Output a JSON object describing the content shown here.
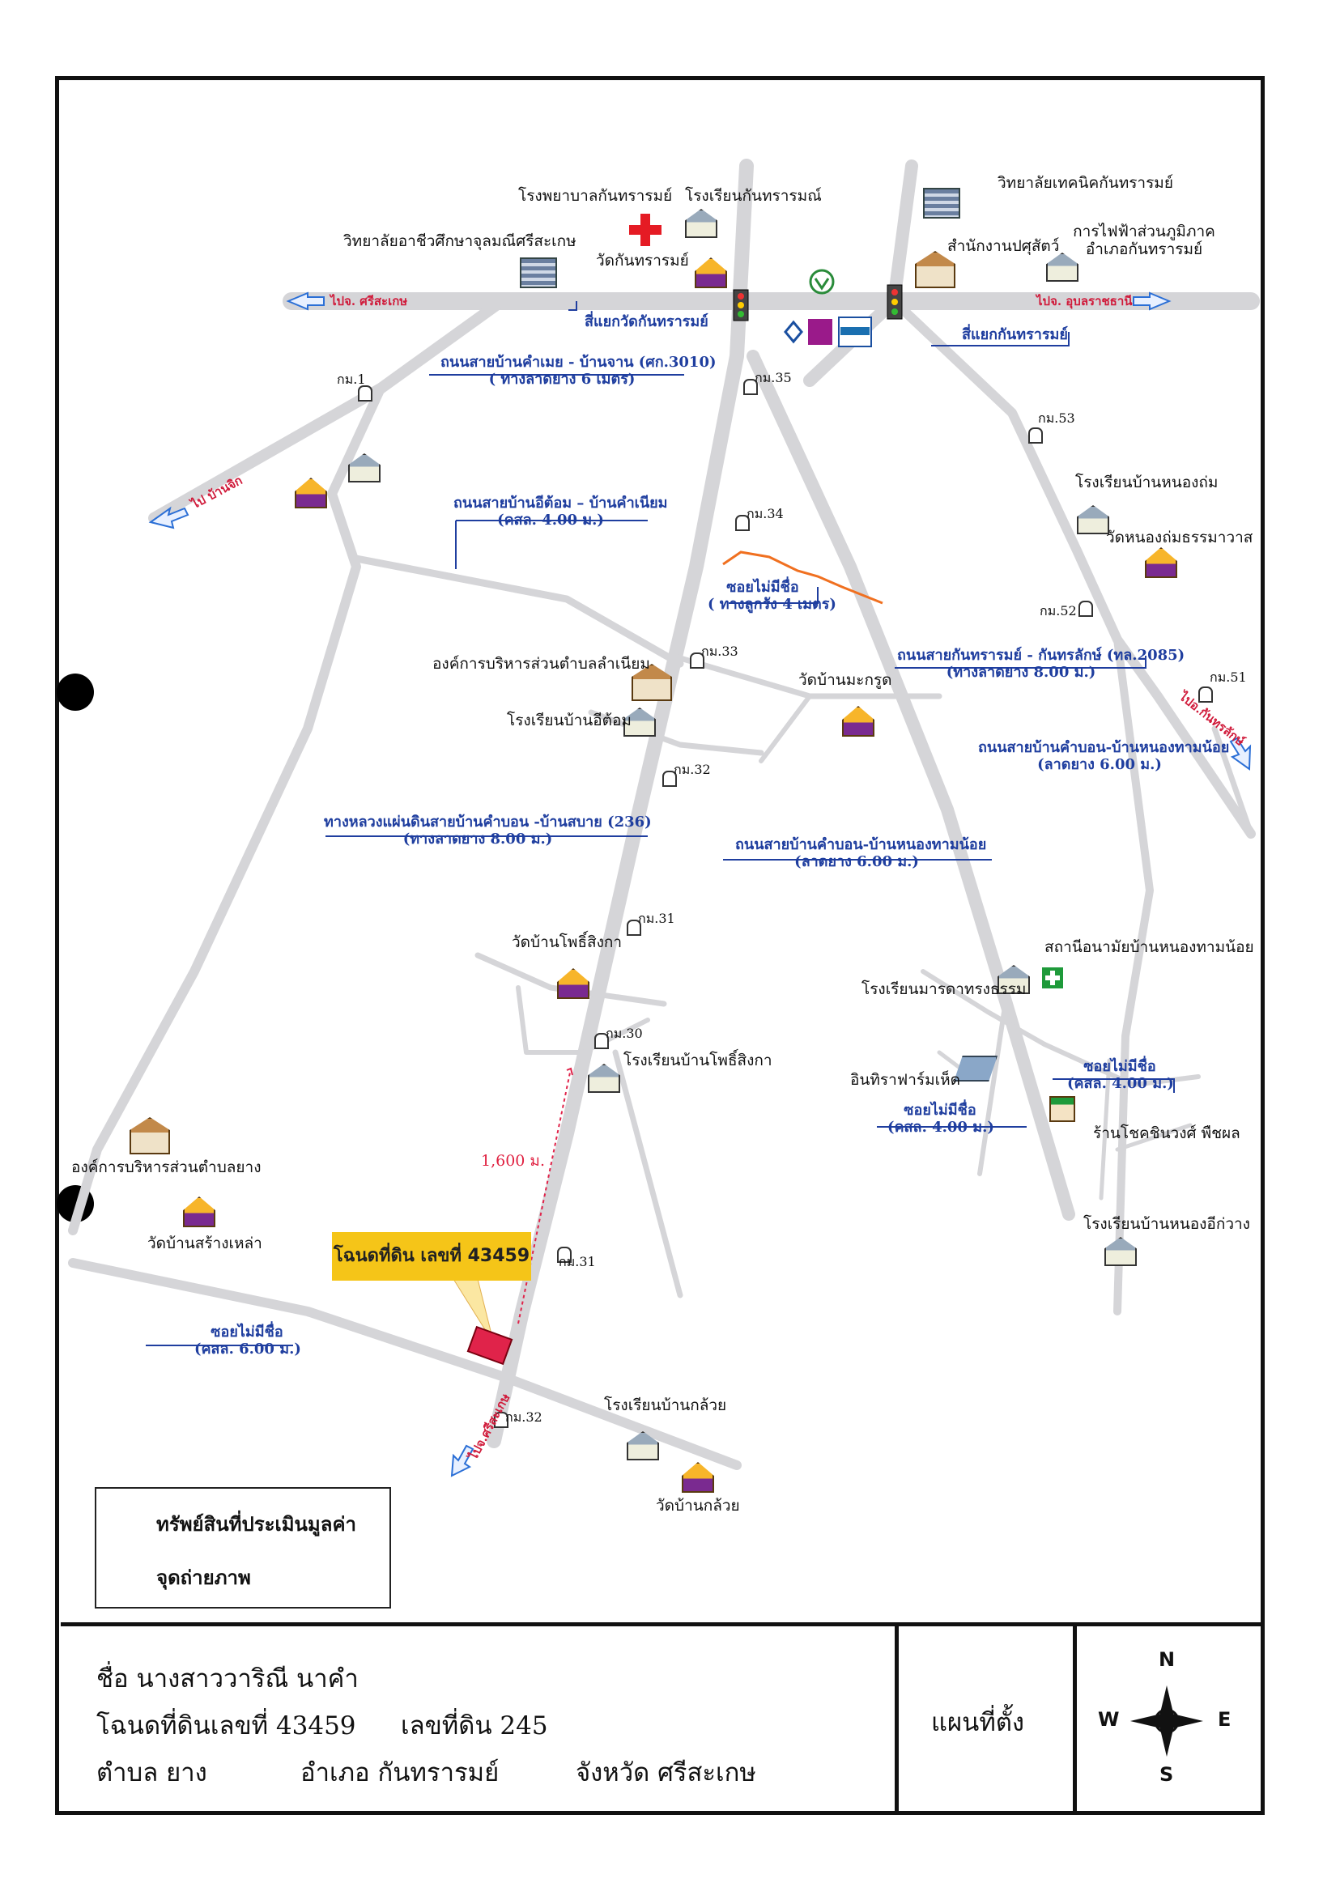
{
  "places": {
    "hospital": "โรงพยาบาลกันทรารมย์",
    "school_kantharalak": "โรงเรียนกันทรารมณ์",
    "vocational_college": "วิทยาลัยเทคนิคกันทรารมย์",
    "agri_college": "วิทยาลัยอาชีวศึกษาจุลมณีศรีสะเกษ",
    "wat_kantharalak": "วัดกันทรารมย์",
    "livestock_office": "สำนักงานปศุสัตว์",
    "pea_office": "การไฟฟ้าส่วนภูมิภาคอำเภอกันทรารมย์",
    "school_nong_khum": "โรงเรียนบ้านหนองถ่ม",
    "wat_nong_khum": "วัดหนองถ่มธรรมาวาส",
    "sao_lamian": "องค์การบริหารส่วนตำบลลำเนียม",
    "school_i_dom": "โรงเรียนบ้านอีต้อม",
    "wat_makrut": "วัดบ้านมะกรูด",
    "wat_pho_singkha": "วัดบ้านโพธิ์สิงกา",
    "school_pho_singkha": "โรงเรียนบ้านโพธิ์สิงกา",
    "health_center": "สถานีอนามัยบ้านหนองทามน้อย",
    "school_marakhan": "โรงเรียนมารดาทรงธรรม",
    "inthira_farm": "อินทิราฟาร์มเห็ด",
    "shop_chokchinawong": "ร้านโชคชินวงศ์ พืชผล",
    "school_nong_i_kwang": "โรงเรียนบ้านหนองอีก่วาง",
    "sao_yang": "องค์การบริหารส่วนตำบลยาง",
    "wat_sawang_lao": "วัดบ้านสร้างเหล่า",
    "school_kluai": "โรงเรียนบ้านกล้วย",
    "wat_kluai": "วัดบ้านกล้วย"
  },
  "junctions": {
    "west": "สี่แยกวัดกันทรารมย์",
    "east": "สี่แยกกันทรารมย์"
  },
  "directions": {
    "to_sisaket": "ไปจ. ศรีสะเกษ",
    "to_ubon": "ไปจ. อุบลราชธานี",
    "to_ban_khak": "ไป บ้านจิก",
    "to_kantharalak": "ไปอ.กันทรลักษ์",
    "to_sisaket_south": "ไปจ.ศรีสะเกษ"
  },
  "roads": {
    "r3010_name": "ถนนสายบ้านคำเมย - บ้านจาน (ศก.3010)",
    "r3010_spec": "( ทางลาดยาง 6 เมตร)",
    "i_dom_name": "ถนนสายบ้านอีต้อม – บ้านคำเนียม",
    "i_dom_spec": "(คสล. 4.00 ม.)",
    "soi_1_name": "ซอยไม่มีชื่อ",
    "soi_1_spec": "( ทางลูกรัง 4 เมตร)",
    "r2085_name": "ถนนสายกันทรารมย์ - กันทรลักษ์ (ทล.2085)",
    "r2085_spec": "(ทางลาดยาง 8.00 ม.)",
    "khambon_a_name": "ถนนสายบ้านคำบอน-บ้านหนองทามน้อย",
    "khambon_a_spec": "(ลาดยาง 6.00 ม.)",
    "r236_name": "ทางหลวงแผ่นดินสายบ้านคำบอน -บ้านสบาย (236)",
    "r236_spec": "(ทางลาดยาง 8.00 ม.)",
    "khambon_b_name": "ถนนสายบ้านคำบอน-บ้านหนองทามน้อย",
    "khambon_b_spec": "(ลาดยาง 6.00 ม.)",
    "soi_2_name": "ซอยไม่มีชื่อ",
    "soi_2_spec": "(คสล. 4.00 ม.)",
    "soi_3_name": "ซอยไม่มีชื่อ",
    "soi_3_spec": "(คสล. 4.00 ม.)",
    "soi_4_name": "ซอยไม่มีชื่อ",
    "soi_4_spec": "(คสล. 6.00 ม.)"
  },
  "km_posts": [
    "กม.1",
    "กม.35",
    "กม.53",
    "กม.34",
    "กม.52",
    "กม.33",
    "กม.51",
    "กม.32",
    "กม.31",
    "กม.30",
    "กม.31",
    "กม.32"
  ],
  "subject": {
    "deed_label": "โฉนดที่ดิน เลขที่ 43459",
    "distance": "1,600 ม."
  },
  "legend": {
    "asset": "ทรัพย์สินที่ประเมินมูลค่า",
    "photo_point": "จุดถ่ายภาพ"
  },
  "title_block": {
    "owner": "ชื่อ นางสาววาริณี นาคำ",
    "deed_no": "โฉนดที่ดินเลขที่ 43459",
    "land_no": "เลขที่ดิน 245",
    "tambon": "ตำบล  ยาง",
    "amphoe": "อำเภอ กันทรารมย์",
    "province": "จังหวัด ศรีสะเกษ",
    "map_type": "แผนที่ตั้ง"
  },
  "compass": {
    "n": "N",
    "s": "S",
    "e": "E",
    "w": "W"
  },
  "colors": {
    "road": "#d5d5d8",
    "road_label": "#1f3e9f",
    "direction_text": "#d01a3a",
    "subject_fill": "#e0234a",
    "tag_fill": "#f5c518",
    "laterite_road": "#f07020",
    "arrow_blue": "#2b6fd6"
  },
  "icons": [
    "hospital-cross-icon",
    "school-icon",
    "temple-icon",
    "office-building-icon",
    "traffic-light-icon",
    "km-post-icon",
    "bank-icon",
    "store-icon",
    "health-center-icon",
    "farm-icon",
    "shop-icon",
    "photo-point-icon",
    "compass-icon"
  ]
}
